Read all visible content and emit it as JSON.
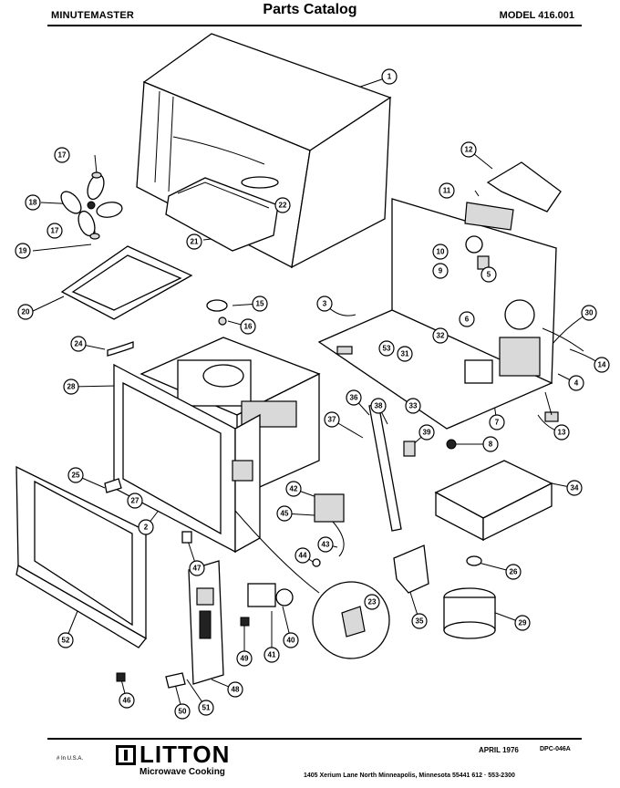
{
  "header": {
    "brand": "MINUTEMASTER",
    "title": "Parts Catalog",
    "model": "MODEL 416.001"
  },
  "diagram": {
    "callouts": [
      {
        "id": "1",
        "label": "1"
      },
      {
        "id": "2",
        "label": "2"
      },
      {
        "id": "3",
        "label": "3"
      },
      {
        "id": "4",
        "label": "4"
      },
      {
        "id": "5",
        "label": "5"
      },
      {
        "id": "6",
        "label": "6"
      },
      {
        "id": "7",
        "label": "7"
      },
      {
        "id": "8",
        "label": "8"
      },
      {
        "id": "9",
        "label": "9"
      },
      {
        "id": "10",
        "label": "10"
      },
      {
        "id": "11",
        "label": "11"
      },
      {
        "id": "12",
        "label": "12"
      },
      {
        "id": "13",
        "label": "13"
      },
      {
        "id": "14",
        "label": "14"
      },
      {
        "id": "15",
        "label": "15"
      },
      {
        "id": "16",
        "label": "16"
      },
      {
        "id": "17a",
        "label": "17"
      },
      {
        "id": "17b",
        "label": "17"
      },
      {
        "id": "18",
        "label": "18"
      },
      {
        "id": "19",
        "label": "19"
      },
      {
        "id": "20",
        "label": "20"
      },
      {
        "id": "21",
        "label": "21"
      },
      {
        "id": "22",
        "label": "22"
      },
      {
        "id": "23",
        "label": "23"
      },
      {
        "id": "24",
        "label": "24"
      },
      {
        "id": "25",
        "label": "25"
      },
      {
        "id": "26",
        "label": "26"
      },
      {
        "id": "27",
        "label": "27"
      },
      {
        "id": "28",
        "label": "28"
      },
      {
        "id": "29",
        "label": "29"
      },
      {
        "id": "30",
        "label": "30"
      },
      {
        "id": "31",
        "label": "31"
      },
      {
        "id": "32",
        "label": "32"
      },
      {
        "id": "33",
        "label": "33"
      },
      {
        "id": "34",
        "label": "34"
      },
      {
        "id": "35",
        "label": "35"
      },
      {
        "id": "36",
        "label": "36"
      },
      {
        "id": "37",
        "label": "37"
      },
      {
        "id": "38",
        "label": "38"
      },
      {
        "id": "39",
        "label": "39"
      },
      {
        "id": "40",
        "label": "40"
      },
      {
        "id": "41",
        "label": "41"
      },
      {
        "id": "42",
        "label": "42"
      },
      {
        "id": "43",
        "label": "43"
      },
      {
        "id": "44",
        "label": "44"
      },
      {
        "id": "45",
        "label": "45"
      },
      {
        "id": "46",
        "label": "46"
      },
      {
        "id": "47",
        "label": "47"
      },
      {
        "id": "48",
        "label": "48"
      },
      {
        "id": "49",
        "label": "49"
      },
      {
        "id": "50",
        "label": "50"
      },
      {
        "id": "51",
        "label": "51"
      },
      {
        "id": "52",
        "label": "52"
      },
      {
        "id": "53",
        "label": "53"
      }
    ]
  },
  "footer": {
    "made_in": "# In U.S.A.",
    "logo_text": "LITTON",
    "logo_sub": "Microwave Cooking",
    "date": "APRIL 1976",
    "doc_number": "DPC-046A",
    "address": "1405 Xerium Lane North   Minneapolis, Minnesota 55441   612 · 553-2300"
  }
}
